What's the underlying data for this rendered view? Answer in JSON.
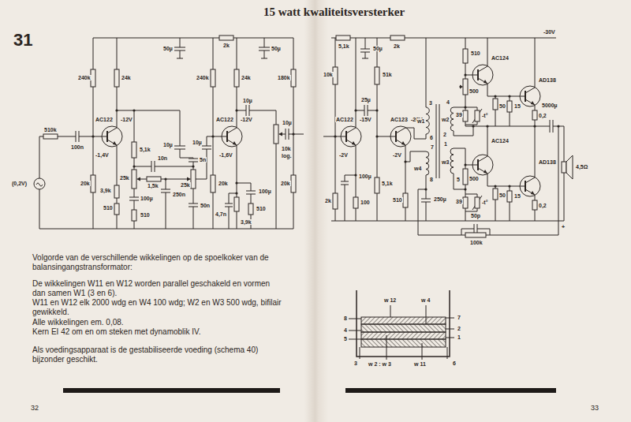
{
  "diagram": {
    "title": "15 watt kwaliteitsversterker",
    "labels": [
      "31",
      "240k",
      "24k",
      "50µ",
      "2k",
      "240k",
      "24k",
      "50µ",
      "180k",
      "AC122",
      "-12V",
      "510k",
      "100n",
      "-1,4V",
      "(0,2V)",
      "20k",
      "3,9k",
      "510",
      "5,1k",
      "10µ",
      "10n",
      "25k",
      "1,5k",
      "250n",
      "100µ",
      "510",
      "25k",
      "5n",
      "10µ",
      "50n",
      "AC122",
      "-12V",
      "-1,6V",
      "20k",
      "4,7n",
      "3,9k",
      "100µ",
      "510",
      "10µ",
      "10k",
      "log.",
      "10µ",
      "20k",
      "-30V",
      "5,1k",
      "2k",
      "50µ",
      "10k",
      "51k",
      "AC122",
      "-15V",
      "25µ",
      "-2V",
      "AC123",
      "-26V",
      "-2V",
      "3",
      "w1",
      "6",
      "4",
      "w2",
      "2",
      "w4",
      "w3",
      "8",
      "1",
      "5",
      "7",
      "510",
      "AC124",
      "AD138",
      "500",
      "39",
      "-t°",
      "50",
      "15",
      "0,2",
      "5000µ",
      "AC124",
      "AD138",
      "500",
      "39",
      "-t°",
      "50",
      "15",
      "0,2",
      "4,5Ω",
      "+",
      "5,1k",
      "100µ",
      "2k",
      "100",
      "510",
      "250µ",
      "50p",
      "100k",
      "Volgorde van de verschillende wikkelingen op de spoelkoker van de balansingangstransformator:",
      "De wikkelingen W11 en W12 worden parallel geschakeld en vormen dan samen W1 (3 en 6).",
      "W11 en W12 elk 2000 wdg en W4 100 wdg; W2 en W3 500 wdg, bifilair gewikkeld.",
      "Alle wikkelingen em. 0,08.",
      "Kern EI 42 om en om steken met dynamoblik IV.",
      "Als voedingsapparaat is de gestabiliseerde voeding (schema 40) bijzonder geschikt.",
      "w 12",
      "w 4",
      "8",
      "4",
      "5",
      "7",
      "2",
      "1",
      "3",
      "w 2 : w 3",
      "w 11",
      "6",
      "32",
      "33"
    ]
  }
}
